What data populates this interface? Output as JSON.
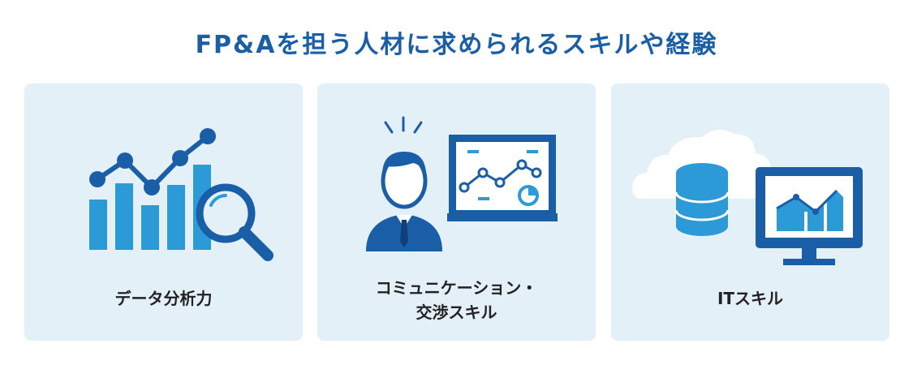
{
  "title": "FP&Aを担う人材に求められるスキルや経験",
  "colors": {
    "primary": "#1a5ea8",
    "accent": "#2d9ad8",
    "card_bg": "#e4f0f8",
    "text": "#222222"
  },
  "cards": [
    {
      "label": "データ分析力",
      "icon": "bar-chart-magnifier-icon"
    },
    {
      "label_line1": "コミュニケーション・",
      "label_line2": "交渉スキル",
      "icon": "presenter-whiteboard-icon"
    },
    {
      "label": "ITスキル",
      "icon": "database-cloud-monitor-icon"
    }
  ]
}
